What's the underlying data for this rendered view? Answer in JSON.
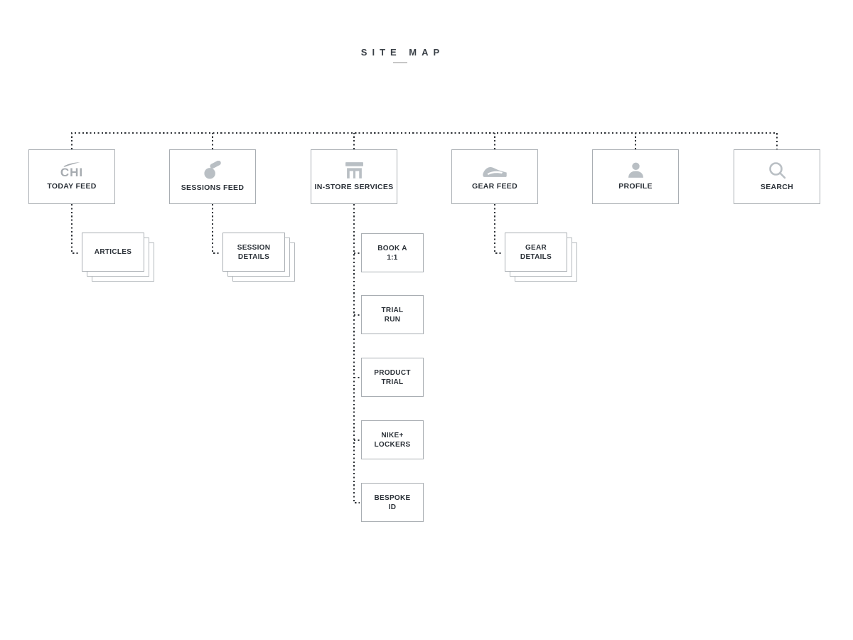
{
  "page": {
    "title": "SITE MAP"
  },
  "colors": {
    "background": "#ffffff",
    "label_text": "#2b3138",
    "box_border": "#a9aeb3",
    "icon_gray": "#b9bfc4",
    "logo_gray": "#a6abb0",
    "connector": "#2e3237",
    "title_dash": "#c7c7c7"
  },
  "nodes": {
    "today_feed": {
      "label": "TODAY FEED",
      "icon": "nike-chi-swoosh-logo",
      "logo_text": "CHI"
    },
    "sessions_feed": {
      "label": "SESSIONS FEED",
      "icon": "whistle-icon"
    },
    "in_store_services": {
      "label": "IN-STORE SERVICES",
      "icon": "storefront-icon"
    },
    "gear_feed": {
      "label": "GEAR FEED",
      "icon": "sneaker-icon"
    },
    "profile": {
      "label": "PROFILE",
      "icon": "person-icon"
    },
    "search": {
      "label": "SEARCH",
      "icon": "magnifier-icon"
    }
  },
  "subnodes": {
    "articles": {
      "label": "ARTICLES",
      "parent": "today_feed",
      "style": "stacked-cards"
    },
    "session_details": {
      "label": "SESSION\nDETAILS",
      "parent": "sessions_feed",
      "style": "stacked-cards"
    },
    "book_a_1_1": {
      "label": "BOOK A\n1:1",
      "parent": "in_store_services",
      "style": "single"
    },
    "trial_run": {
      "label": "TRIAL\nRUN",
      "parent": "in_store_services",
      "style": "single"
    },
    "product_trial": {
      "label": "PRODUCT\nTRIAL",
      "parent": "in_store_services",
      "style": "single"
    },
    "nike_lockers": {
      "label": "NIKE+\nLOCKERS",
      "parent": "in_store_services",
      "style": "single"
    },
    "bespoke_id": {
      "label": "BESPOKE\nID",
      "parent": "in_store_services",
      "style": "single"
    },
    "gear_details": {
      "label": "GEAR\nDETAILS",
      "parent": "gear_feed",
      "style": "stacked-cards"
    }
  }
}
